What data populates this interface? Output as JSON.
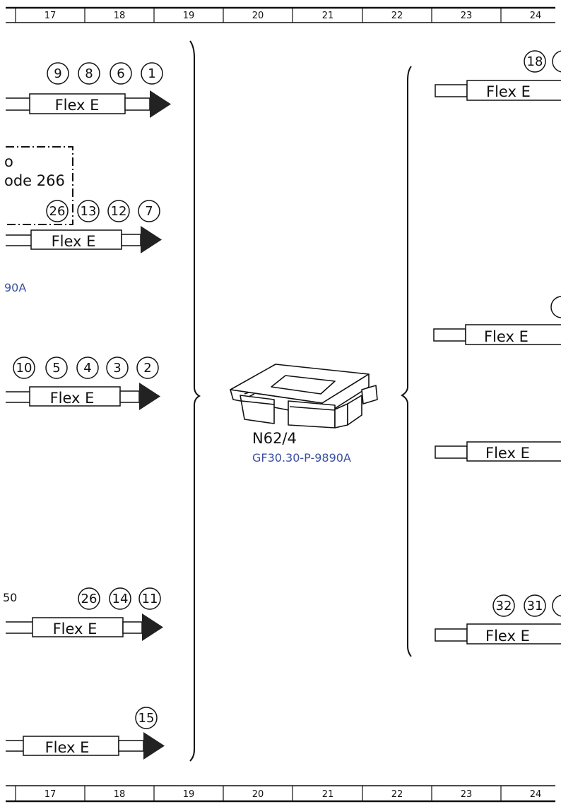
{
  "grid_columns": [
    "17",
    "18",
    "19",
    "20",
    "21",
    "22",
    "23",
    "24"
  ],
  "colors": {
    "reference_link": "#3a4fa0",
    "line": "#111111",
    "arrow": "#222222"
  },
  "left_group": {
    "connectors": [
      {
        "label": "Flex E",
        "circles": [
          "9",
          "8",
          "6",
          "1"
        ]
      },
      {
        "label": "Flex E",
        "circles": [
          "26",
          "13",
          "12",
          "7"
        ]
      },
      {
        "label": "Flex E",
        "circles": [
          "10",
          "5",
          "4",
          "3",
          "2"
        ]
      },
      {
        "label": "Flex E",
        "circles": [
          "26",
          "14",
          "11"
        ]
      },
      {
        "label": "Flex E",
        "circles": [
          "15"
        ]
      }
    ],
    "code_box_lines": [
      "o",
      "ode 266"
    ],
    "partial_reference": "90A",
    "partial_symbol": "50"
  },
  "component": {
    "name": "N62/4",
    "reference": "GF30.30-P-9890A",
    "icon": "control-unit-icon"
  },
  "right_group": {
    "connectors": [
      {
        "label": "Flex E",
        "circles": [
          "18"
        ]
      },
      {
        "label": "Flex E",
        "circles": []
      },
      {
        "label": "Flex E",
        "circles": []
      },
      {
        "label": "Flex E",
        "circles": [
          "32",
          "31"
        ]
      }
    ]
  }
}
